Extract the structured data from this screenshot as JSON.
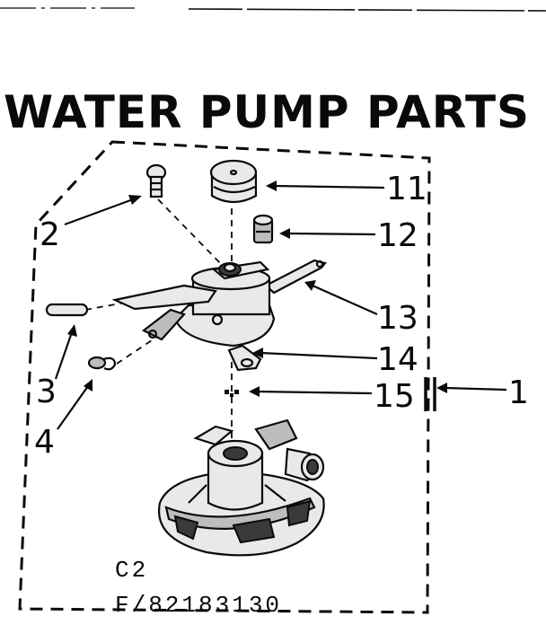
{
  "diagram": {
    "title": "WATER PUMP PARTS",
    "callouts": [
      {
        "id": "1",
        "label": "1"
      },
      {
        "id": "2",
        "label": "2"
      },
      {
        "id": "3",
        "label": "3"
      },
      {
        "id": "4",
        "label": "4"
      },
      {
        "id": "11",
        "label": "11"
      },
      {
        "id": "12",
        "label": "12"
      },
      {
        "id": "13",
        "label": "13"
      },
      {
        "id": "14",
        "label": "14"
      },
      {
        "id": "15",
        "label": "15"
      }
    ],
    "section_code": "C2",
    "figure_code": "F/82183130"
  }
}
